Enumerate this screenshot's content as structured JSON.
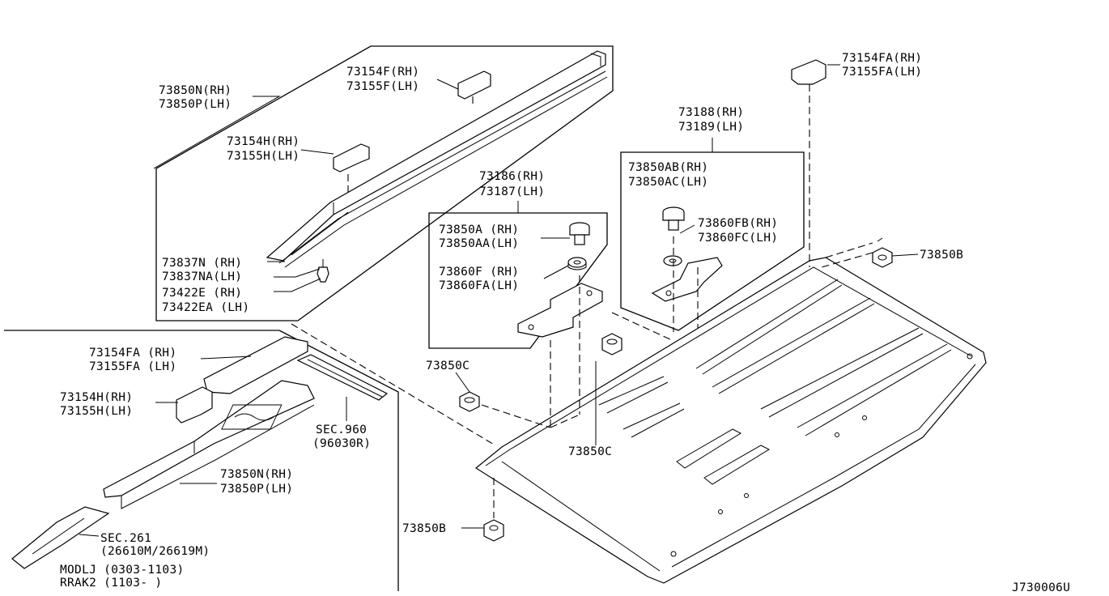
{
  "labels": {
    "p73850N_rh": "73850N(RH)",
    "p73850P_lh": "73850P(LH)",
    "p73154F_rh": "73154F(RH)",
    "p73155F_lh": "73155F(LH)",
    "p73154H_rh_top": "73154H(RH)",
    "p73155H_lh_top": "73155H(LH)",
    "p73837N_rh": "73837N (RH)",
    "p73837NA_lh": "73837NA(LH)",
    "p73422E_rh": "73422E  (RH)",
    "p73422EA_lh": "73422EA (LH)",
    "p73186_rh": "73186(RH)",
    "p73187_lh": "73187(LH)",
    "p73850A_rh": "73850A (RH)",
    "p73850AA_lh": "73850AA(LH)",
    "p73860F_rh": "73860F (RH)",
    "p73860FA_lh": "73860FA(LH)",
    "p73188_rh": "73188(RH)",
    "p73189_lh": "73189(LH)",
    "p73850AB_rh": "73850AB(RH)",
    "p73850AC_lh": "73850AC(LH)",
    "p73860FB_rh": "73860FB(RH)",
    "p73860FC_lh": "73860FC(LH)",
    "p73154FA_rh_top": "73154FA(RH)",
    "p73155FA_lh_top": "73155FA(LH)",
    "p73850B_right": "73850B",
    "p73850C_left": "73850C",
    "p73850C_center": "73850C",
    "p73850B_bottom": "73850B",
    "p73154FA_rh_low": "73154FA (RH)",
    "p73155FA_lh_low": "73155FA (LH)",
    "p73154H_rh_low": "73154H(RH)",
    "p73155H_lh_low": "73155H(LH)",
    "sec960": "SEC.960",
    "sec960_ref": "(96030R)",
    "p73850N_rh_low": "73850N(RH)",
    "p73850P_lh_low": "73850P(LH)",
    "sec261": "SEC.261",
    "sec261_ref": "(26610M/26619M)",
    "model_line1": "MODLJ (0303-1103)",
    "model_line2": "RRAK2 (1103-     )",
    "diagram_code": "J730006U"
  }
}
